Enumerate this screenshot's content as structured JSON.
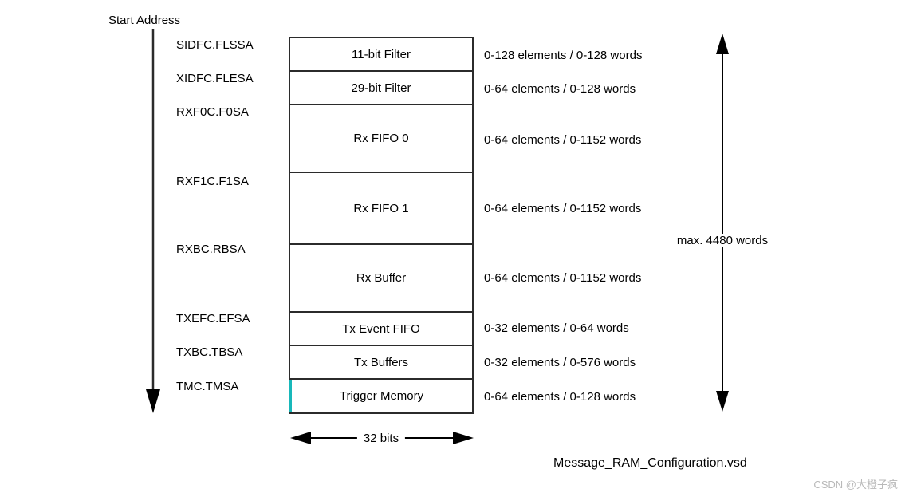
{
  "diagram": {
    "title_caption": "Message_RAM_Configuration.vsd",
    "start_address_label": "Start Address",
    "total_size_label": "max. 4480 words",
    "width_label": "32 bits",
    "watermark": "CSDN @大橙子疯",
    "accent_color": "#18b8ba",
    "line_color": "#2b2b2b",
    "rows": [
      {
        "register": "SIDFC.FLSSA",
        "block": "11-bit Filter",
        "size_note": "0-128 elements / 0-128 words",
        "height": 42,
        "highlight": false
      },
      {
        "register": "XIDFC.FLESA",
        "block": "29-bit Filter",
        "size_note": "0-64 elements / 0-128 words",
        "height": 42,
        "highlight": false
      },
      {
        "register": "RXF0C.F0SA",
        "block": "Rx FIFO 0",
        "size_note": "0-64 elements / 0-1152 words",
        "height": 85,
        "highlight": false
      },
      {
        "register": "RXF1C.F1SA",
        "block": "Rx FIFO 1",
        "size_note": "0-64 elements / 0-1152 words",
        "height": 90,
        "highlight": false
      },
      {
        "register": "RXBC.RBSA",
        "block": "Rx Buffer",
        "size_note": "0-64 elements / 0-1152 words",
        "height": 85,
        "highlight": false
      },
      {
        "register": "TXEFC.EFSA",
        "block": "Tx Event FIFO",
        "size_note": "0-32 elements / 0-64 words",
        "height": 42,
        "highlight": false
      },
      {
        "register": "TXBC.TBSA",
        "block": "Tx Buffers",
        "size_note": "0-32 elements / 0-576 words",
        "height": 42,
        "highlight": false
      },
      {
        "register": "TMC.TMSA",
        "block": "Trigger Memory",
        "size_note": "0-64 elements / 0-128 words",
        "height": 41,
        "highlight": true
      }
    ]
  }
}
